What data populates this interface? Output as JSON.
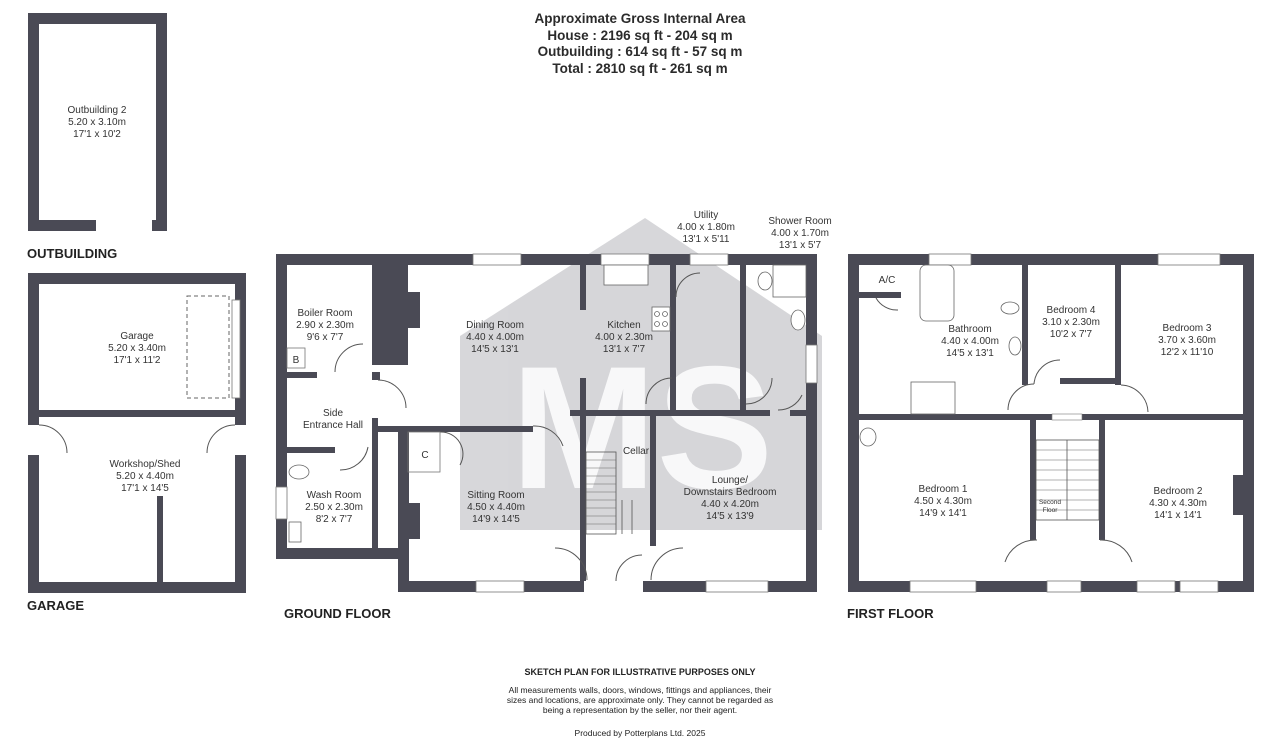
{
  "header": {
    "title": "Approximate Gross Internal Area",
    "house": "House : 2196 sq ft - 204 sq m",
    "outbuilding": "Outbuilding : 614 sq ft - 57 sq m",
    "total": "Total : 2810 sq ft - 261 sq m"
  },
  "floors": {
    "outbuilding": "OUTBUILDING",
    "garage": "GARAGE",
    "ground": "GROUND FLOOR",
    "first": "FIRST FLOOR"
  },
  "rooms": {
    "outbuilding2": {
      "name": "Outbuilding 2",
      "metric": "5.20 x 3.10m",
      "imperial": "17'1 x 10'2"
    },
    "garage": {
      "name": "Garage",
      "metric": "5.20 x 3.40m",
      "imperial": "17'1 x 11'2"
    },
    "workshop": {
      "name": "Workshop/Shed",
      "metric": "5.20 x 4.40m",
      "imperial": "17'1 x 14'5"
    },
    "boiler": {
      "name": "Boiler Room",
      "metric": "2.90 x 2.30m",
      "imperial": "9'6 x 7'7"
    },
    "side_hall_1": "Side",
    "side_hall_2": "Entrance Hall",
    "wash": {
      "name": "Wash Room",
      "metric": "2.50 x 2.30m",
      "imperial": "8'2 x 7'7"
    },
    "dining": {
      "name": "Dining Room",
      "metric": "4.40 x 4.00m",
      "imperial": "14'5 x 13'1"
    },
    "kitchen": {
      "name": "Kitchen",
      "metric": "4.00 x 2.30m",
      "imperial": "13'1 x 7'7"
    },
    "utility": {
      "name": "Utility",
      "metric": "4.00 x 1.80m",
      "imperial": "13'1 x 5'11"
    },
    "shower": {
      "name": "Shower Room",
      "metric": "4.00 x 1.70m",
      "imperial": "13'1 x 5'7"
    },
    "sitting": {
      "name": "Sitting Room",
      "metric": "4.50 x 4.40m",
      "imperial": "14'9 x 14'5"
    },
    "lounge": {
      "name1": "Lounge/",
      "name2": "Downstairs Bedroom",
      "metric": "4.40 x 4.20m",
      "imperial": "14'5 x 13'9"
    },
    "cellar": "Cellar",
    "cupboard": "C",
    "boiler_b": "B",
    "ac": "A/C",
    "bathroom": {
      "name": "Bathroom",
      "metric": "4.40 x 4.00m",
      "imperial": "14'5 x 13'1"
    },
    "bedroom4": {
      "name": "Bedroom 4",
      "metric": "3.10 x 2.30m",
      "imperial": "10'2 x 7'7"
    },
    "bedroom3": {
      "name": "Bedroom 3",
      "metric": "3.70 x 3.60m",
      "imperial": "12'2 x 11'10"
    },
    "bedroom1": {
      "name": "Bedroom 1",
      "metric": "4.50 x 4.30m",
      "imperial": "14'9 x 14'1"
    },
    "bedroom2": {
      "name": "Bedroom 2",
      "metric": "4.30 x 4.30m",
      "imperial": "14'1 x 14'1"
    },
    "second_floor_1": "Second",
    "second_floor_2": "Floor"
  },
  "watermark": {
    "letters": "MS",
    "color": "#b9b9bd"
  },
  "colors": {
    "wall": "#4a4a55",
    "watermark": "#c8c8cc"
  },
  "footer": {
    "title": "SKETCH PLAN FOR ILLUSTRATIVE PURPOSES ONLY",
    "line1": "All measurements walls, doors, windows, fittings and appliances, their",
    "line2": "sizes and locations, are approximate only. They cannot be regarded as",
    "line3": "being a representation by the seller, nor their agent.",
    "credit": "Produced by Potterplans Ltd. 2025"
  }
}
